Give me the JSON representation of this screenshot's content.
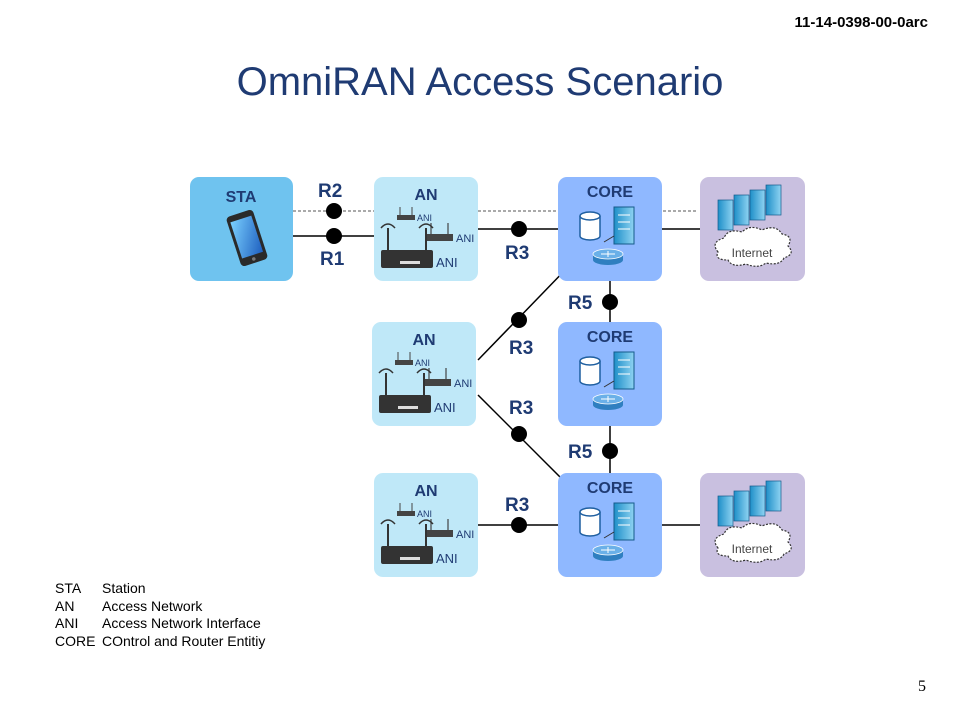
{
  "header": {
    "doc_id": "11-14-0398-00-0arc",
    "title": "OmniRAN Access Scenario",
    "page_number": "5"
  },
  "diagram": {
    "sta": {
      "label": "STA"
    },
    "access_networks": [
      {
        "label": "AN",
        "interfaces": [
          "ANI",
          "ANI",
          "ANI"
        ]
      },
      {
        "label": "AN",
        "interfaces": [
          "ANI",
          "ANI",
          "ANI"
        ]
      },
      {
        "label": "AN",
        "interfaces": [
          "ANI",
          "ANI",
          "ANI"
        ]
      }
    ],
    "cores": [
      {
        "label": "CORE"
      },
      {
        "label": "CORE"
      },
      {
        "label": "CORE"
      }
    ],
    "internet": [
      {
        "label": "Internet"
      },
      {
        "label": "Internet"
      }
    ],
    "reference_points": {
      "r1": "R1",
      "r2": "R2",
      "r3_top": "R3",
      "r3_mid_a": "R3",
      "r3_mid_b": "R3",
      "r3_bottom": "R3",
      "r5_top": "R5",
      "r5_bottom": "R5"
    }
  },
  "legend": [
    {
      "abbr": "STA",
      "text": "Station"
    },
    {
      "abbr": "AN",
      "text": "Access Network"
    },
    {
      "abbr": "ANI",
      "text": "Access Network Interface"
    },
    {
      "abbr": "CORE",
      "text": "COntrol and Router Entitiy"
    }
  ],
  "colors": {
    "title": "#1f3b73",
    "sta_box": "#6fc3ef",
    "an_box": "#bfe8f8",
    "core_box": "#8fb8ff",
    "internet_box": "#c9c0e0"
  }
}
